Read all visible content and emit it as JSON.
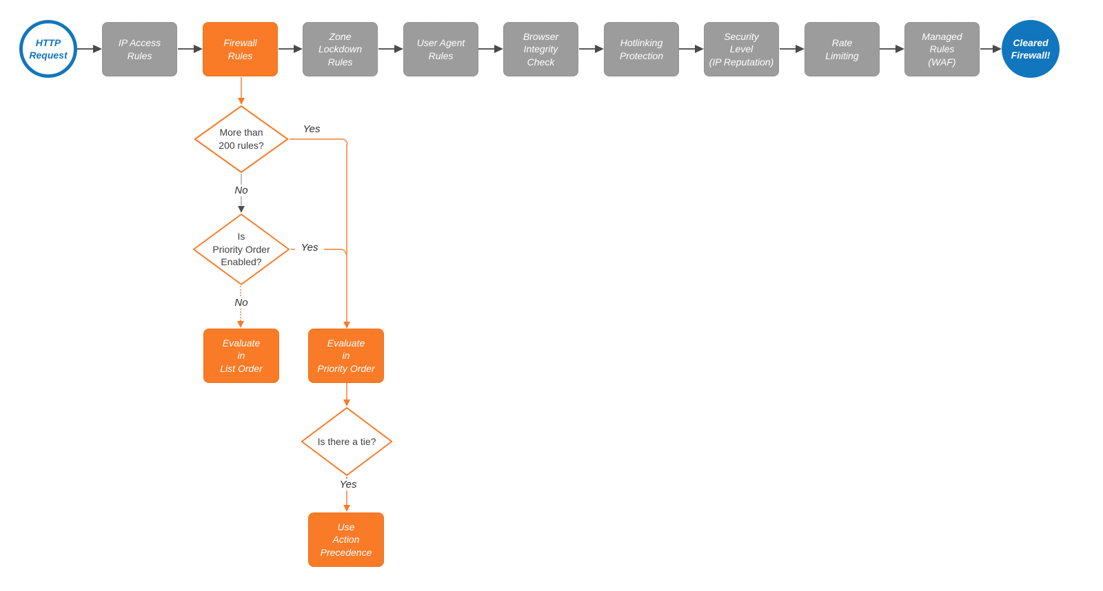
{
  "diagram": {
    "pipeline": [
      {
        "label": "HTTP\nRequest"
      },
      {
        "label": "IP Access\nRules"
      },
      {
        "label": "Firewall\nRules"
      },
      {
        "label": "Zone\nLockdown\nRules"
      },
      {
        "label": "User Agent\nRules"
      },
      {
        "label": "Browser\nIntegrity\nCheck"
      },
      {
        "label": "Hotlinking\nProtection"
      },
      {
        "label": "Security\nLevel\n(IP Reputation)"
      },
      {
        "label": "Rate\nLimiting"
      },
      {
        "label": "Managed\nRules\n(WAF)"
      },
      {
        "label": "Cleared\nFirewall!"
      }
    ],
    "decisions": [
      {
        "label": "More than\n200 rules?",
        "yes_label": "Yes",
        "no_label": "No"
      },
      {
        "label": "Is\nPriority Order\nEnabled?",
        "yes_label": "Yes",
        "no_label": "No"
      },
      {
        "label": "Is there a tie?",
        "yes_label": "Yes"
      }
    ],
    "actions": [
      {
        "label": "Evaluate\nin\nList Order"
      },
      {
        "label": "Evaluate\nin\nPriority Order"
      },
      {
        "label": "Use\nAction\nPrecedence"
      }
    ],
    "colors": {
      "accent_blue": "#1176bd",
      "accent_orange": "#f97b27",
      "node_gray": "#9c9c9c"
    }
  }
}
